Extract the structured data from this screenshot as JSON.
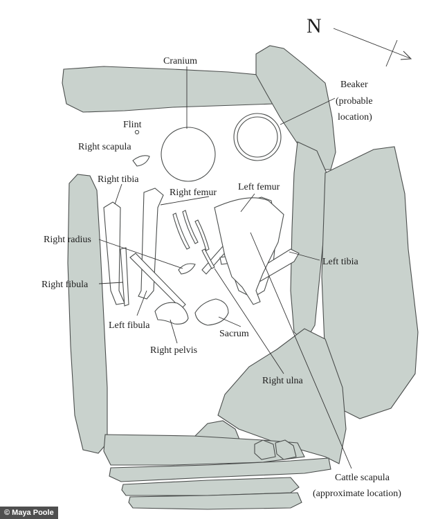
{
  "north_label": "N",
  "credit": "© Maya Poole",
  "labels": {
    "cranium": "Cranium",
    "beaker_1": "Beaker",
    "beaker_2": "(probable",
    "beaker_3": "location)",
    "flint": "Flint",
    "right_scapula": "Right scapula",
    "right_tibia": "Right tibia",
    "right_femur": "Right femur",
    "left_femur": "Left femur",
    "right_radius": "Right radius",
    "left_tibia": "Left tibia",
    "right_fibula": "Right fibula",
    "left_fibula": "Left fibula",
    "sacrum": "Sacrum",
    "right_pelvis": "Right pelvis",
    "right_ulna": "Right ulna",
    "cattle_scapula_1": "Cattle scapula",
    "cattle_scapula_2": "(approximate location)"
  },
  "colors": {
    "stone_fill": "#c9d2cd",
    "outline": "#4a4d4c",
    "credit_bg": "#4f4f4f"
  }
}
